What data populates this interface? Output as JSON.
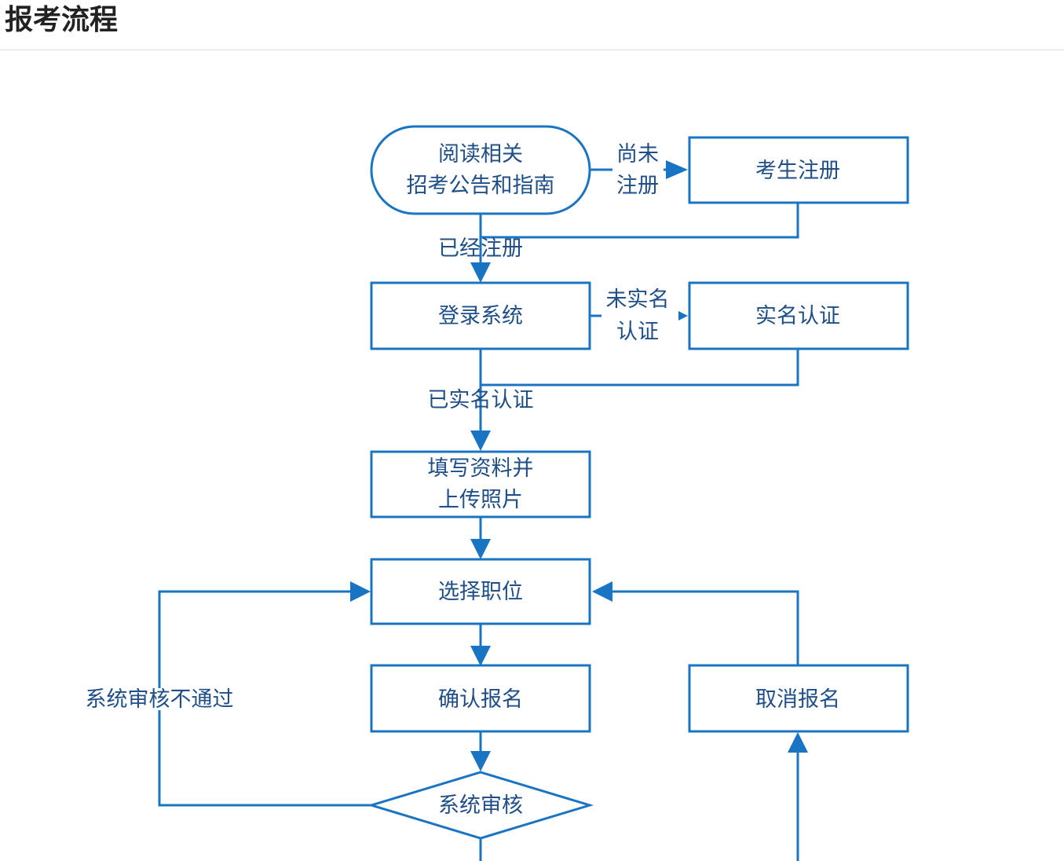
{
  "page": {
    "title": "报考流程"
  },
  "diagram": {
    "nodes": {
      "read": [
        "阅读相关",
        "招考公告和指南"
      ],
      "register": [
        "考生注册"
      ],
      "login": [
        "登录系统"
      ],
      "verify": [
        "实名认证"
      ],
      "fill": [
        "填写资料并",
        "上传照片"
      ],
      "choose": [
        "选择职位"
      ],
      "confirm": [
        "确认报名"
      ],
      "cancel": [
        "取消报名"
      ],
      "review": [
        "系统审核"
      ]
    },
    "edges": {
      "not_registered": [
        "尚未",
        "注册"
      ],
      "registered": [
        "已经注册"
      ],
      "not_verified": [
        "未实名",
        "认证"
      ],
      "verified": [
        "已实名认证"
      ],
      "review_failed": [
        "系统审核不通过"
      ]
    }
  },
  "colors": {
    "line": "#1a74c4",
    "text": "#1f4f86"
  }
}
